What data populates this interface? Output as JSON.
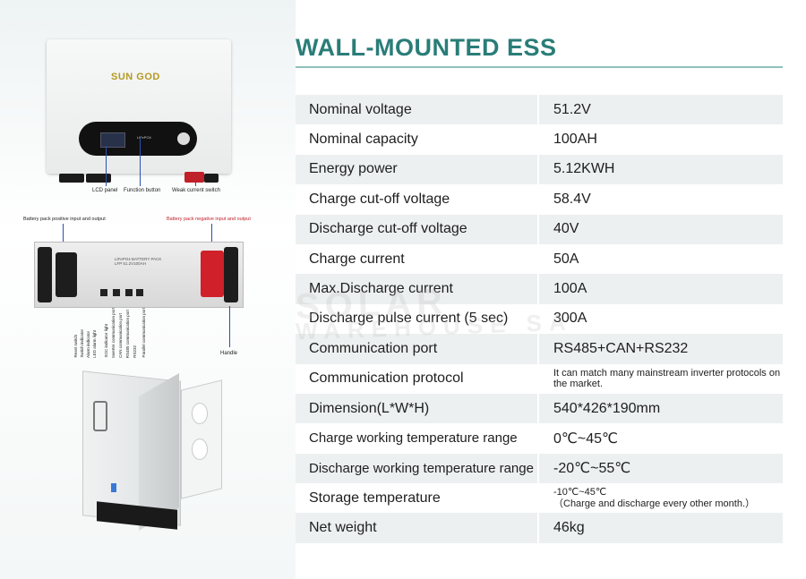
{
  "title": "WALL-MOUNTED ESS",
  "brand": "SUN GOD",
  "front_unit": {
    "panel_text": "LiFePO4",
    "callouts": {
      "lcd": "LCD panel",
      "function": "Function button",
      "weak_switch": "Weak current switch"
    }
  },
  "rack_unit": {
    "positive_label": "Battery pack positive input and output",
    "negative_label": "Battery pack negative input and output",
    "pack_text": "LiFePO4  BATTERY  PACK",
    "pack_sub": "LFP  51.2V100AH",
    "handle_label": "Handle",
    "port_labels": [
      "Reset switch",
      "Switch indicator",
      "Alarm indicator",
      "LED alarm light",
      "SOC indicator light",
      "Inverter communication port",
      "CAN communication port",
      "RS485 communication port",
      "RS232",
      "Parallel communication port"
    ]
  },
  "watermark": {
    "line1": "SOLAR",
    "line2": "WAREHOUSE SA"
  },
  "specs": [
    {
      "label": "Nominal voltage",
      "value": "51.2V"
    },
    {
      "label": "Nominal capacity",
      "value": "100AH"
    },
    {
      "label": "Energy power",
      "value": "5.12KWH"
    },
    {
      "label": "Charge cut-off voltage",
      "value": "58.4V"
    },
    {
      "label": "Discharge cut-off voltage",
      "value": "40V"
    },
    {
      "label": "Charge current",
      "value": "50A"
    },
    {
      "label": "Max.Discharge current",
      "value": "100A"
    },
    {
      "label": "Discharge pulse current (5 sec)",
      "value": "300A"
    },
    {
      "label": "Communication port",
      "value": "RS485+CAN+RS232"
    },
    {
      "label": "Communication protocol",
      "value": "It can match many mainstream inverter protocols on the market."
    },
    {
      "label": "Dimension(L*W*H)",
      "value": "540*426*190mm"
    },
    {
      "label": "Charge working temperature range",
      "value": "0℃~45℃"
    },
    {
      "label": "Discharge working temperature range",
      "value": "-20℃~55℃"
    },
    {
      "label": "Storage temperature",
      "value": "-10℃~45℃",
      "note": "（Charge and discharge every other month.）"
    },
    {
      "label": "Net weight",
      "value": "46kg"
    }
  ],
  "colors": {
    "title": "#2a7d78",
    "row_shade": "#edf0f0",
    "brand": "#b59a22"
  }
}
